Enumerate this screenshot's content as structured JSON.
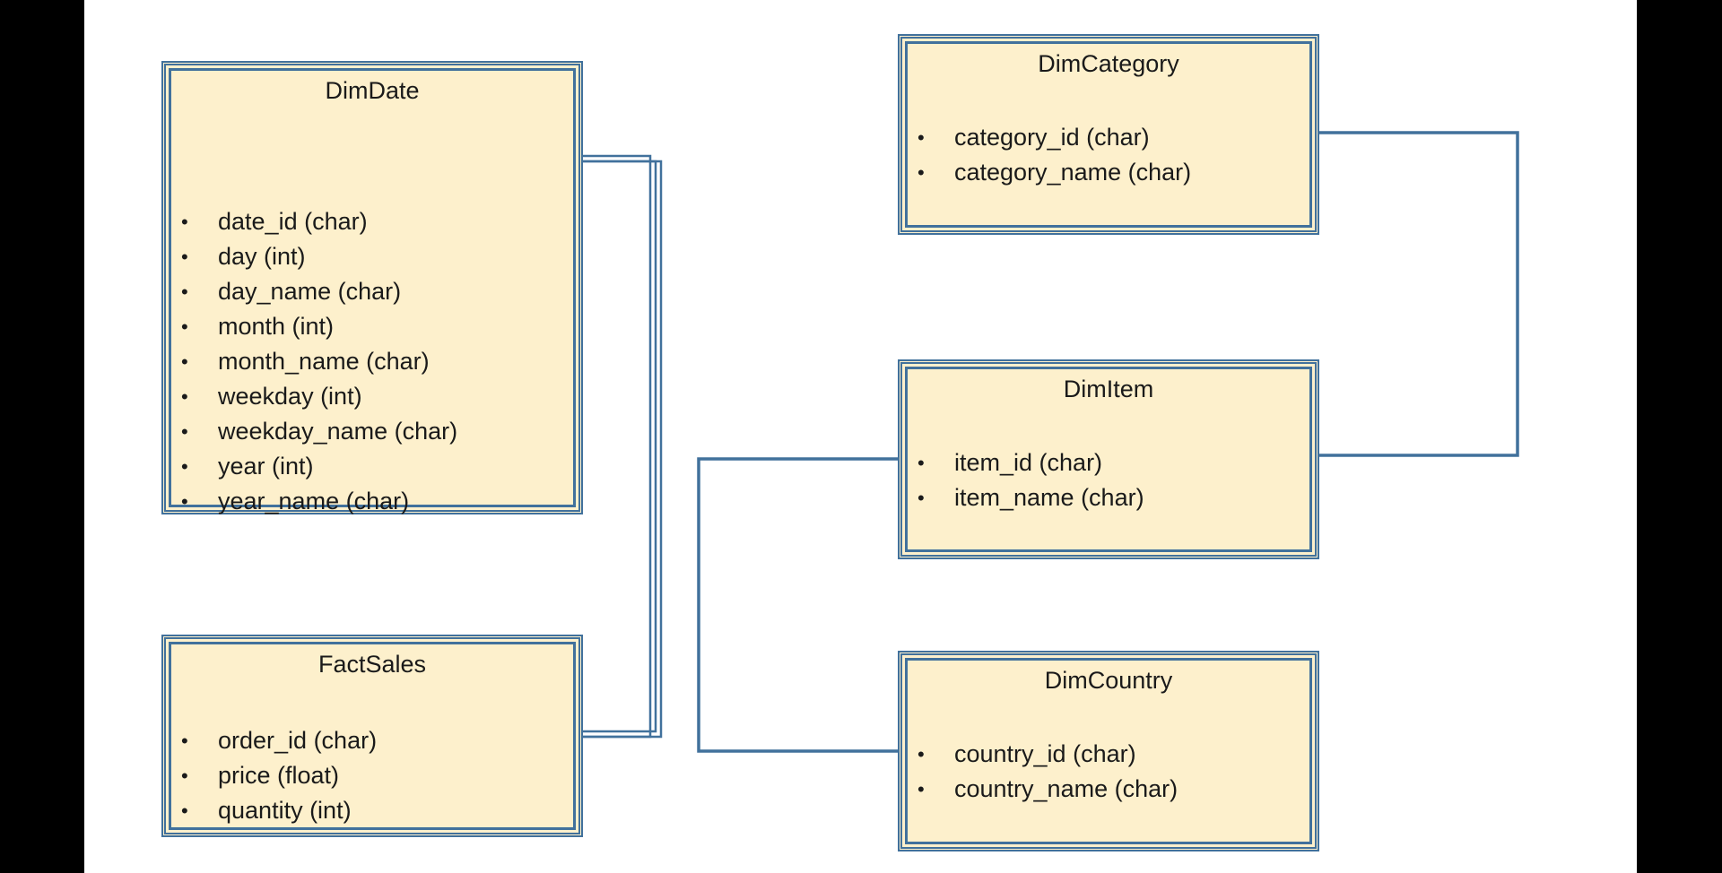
{
  "entities": {
    "dimdate": {
      "title": "DimDate",
      "fields": [
        "date_id (char)",
        "day (int)",
        "day_name (char)",
        "month (int)",
        "month_name (char)",
        "weekday (int)",
        "weekday_name (char)",
        "year (int)",
        "year_name (char)"
      ]
    },
    "factsales": {
      "title": "FactSales",
      "fields": [
        "order_id (char)",
        "price (float)",
        "quantity (int)"
      ]
    },
    "dimcategory": {
      "title": "DimCategory",
      "fields": [
        "category_id (char)",
        "category_name (char)"
      ]
    },
    "dimitem": {
      "title": "DimItem",
      "fields": [
        "item_id (char)",
        "item_name (char)"
      ]
    },
    "dimcountry": {
      "title": "DimCountry",
      "fields": [
        "country_id (char)",
        "country_name (char)"
      ]
    }
  },
  "bullet": "•",
  "colors": {
    "box_fill": "#fdf0cc",
    "box_border": "#41719c",
    "connector": "#41719c",
    "background": "#ffffff",
    "margin": "#000000"
  }
}
